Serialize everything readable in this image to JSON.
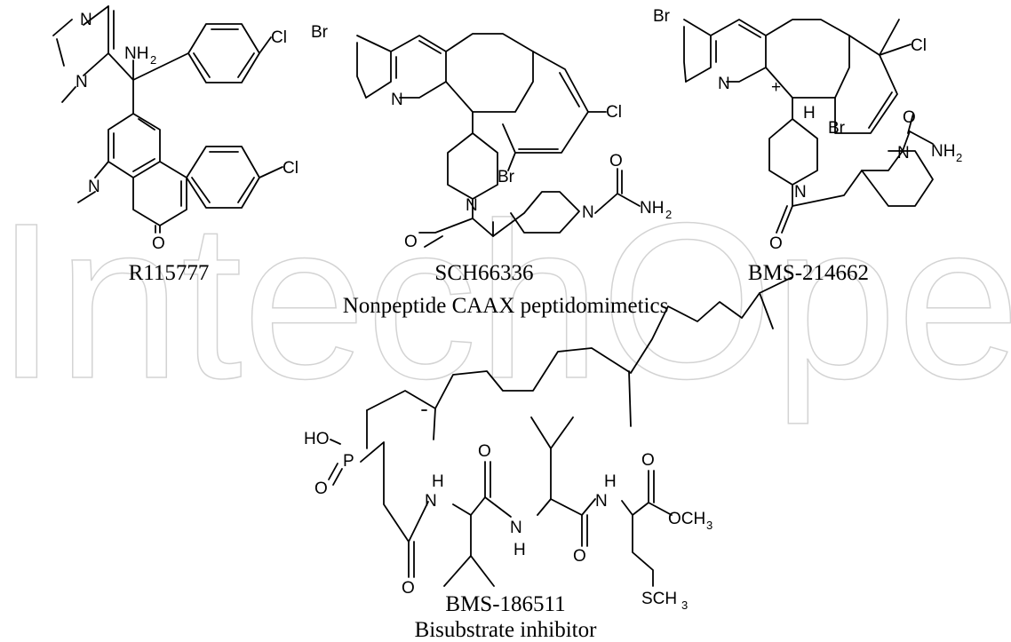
{
  "watermark": "IntechOpen",
  "compounds": [
    {
      "name": "R115777"
    },
    {
      "name": "SCH66336"
    },
    {
      "name": "BMS-214662"
    },
    {
      "name": "BMS-186511"
    }
  ],
  "group_captions": {
    "caax": "Nonpeptide CAAX peptidomimetics",
    "bisubstrate": "Bisubstrate inhibitor"
  },
  "atom_labels": {
    "N": "N",
    "NH": "NH",
    "NH2": "NH",
    "H": "H",
    "O": "O",
    "Cl": "Cl",
    "Br": "Br",
    "P": "P",
    "HO": "HO",
    "OCH3": "OCH",
    "SCH3": "SCH",
    "plus": "+",
    "sub2": "2",
    "sub3": "3"
  }
}
